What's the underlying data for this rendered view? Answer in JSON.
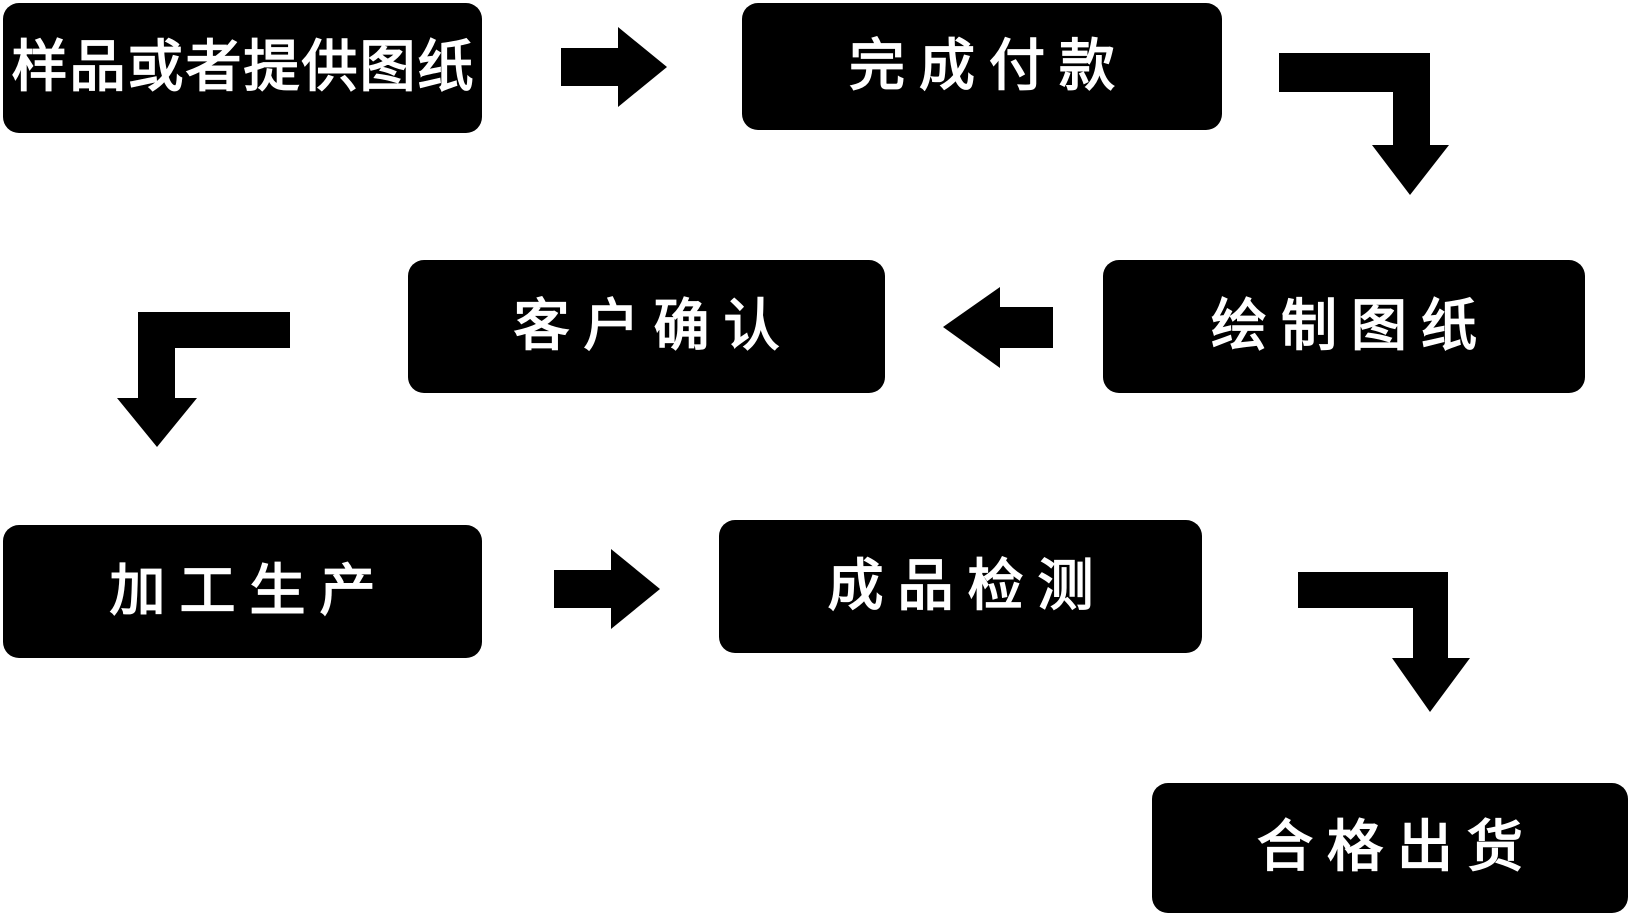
{
  "diagram": {
    "title": "production-process-flowchart",
    "background_color": "#ffffff",
    "node_fill_color": "#000000",
    "node_text_color": "#ffffff",
    "arrow_color": "#000000",
    "nodes": [
      {
        "id": "sample-or-drawing",
        "label": "样品或者提供图纸"
      },
      {
        "id": "payment-complete",
        "label": "完成付款"
      },
      {
        "id": "customer-confirm",
        "label": "客户确认"
      },
      {
        "id": "draw-drawing",
        "label": "绘制图纸"
      },
      {
        "id": "production",
        "label": "加工生产"
      },
      {
        "id": "product-inspection",
        "label": "成品检测"
      },
      {
        "id": "qualified-shipment",
        "label": "合格出货"
      }
    ],
    "connectors": [
      {
        "from": "样品或者提供图纸",
        "to": "完成付款",
        "icon": "arrow-right-icon"
      },
      {
        "from": "完成付款",
        "to": "绘制图纸",
        "icon": "arrow-elbow-right-down-icon"
      },
      {
        "from": "绘制图纸",
        "to": "客户确认",
        "icon": "arrow-left-icon"
      },
      {
        "from": "客户确认",
        "to": "加工生产",
        "icon": "arrow-elbow-left-down-icon"
      },
      {
        "from": "加工生产",
        "to": "成品检测",
        "icon": "arrow-right-icon"
      },
      {
        "from": "成品检测",
        "to": "合格出货",
        "icon": "arrow-elbow-right-down-icon"
      }
    ]
  }
}
